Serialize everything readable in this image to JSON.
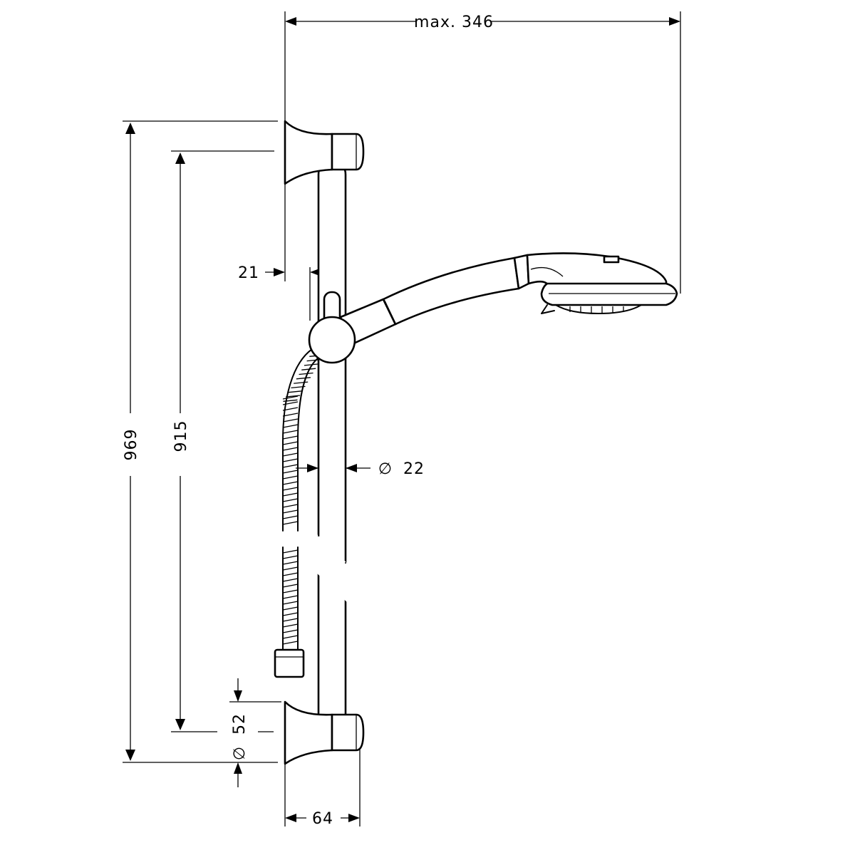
{
  "dimensions": {
    "max_width": "max. 346",
    "overall_height": "969",
    "rail_length": "915",
    "wall_offset": "21",
    "rail_diameter_symbol": "∅",
    "rail_diameter_value": "22",
    "bracket_diameter_symbol": "∅",
    "bracket_diameter_value": "52",
    "bracket_depth": "64"
  }
}
